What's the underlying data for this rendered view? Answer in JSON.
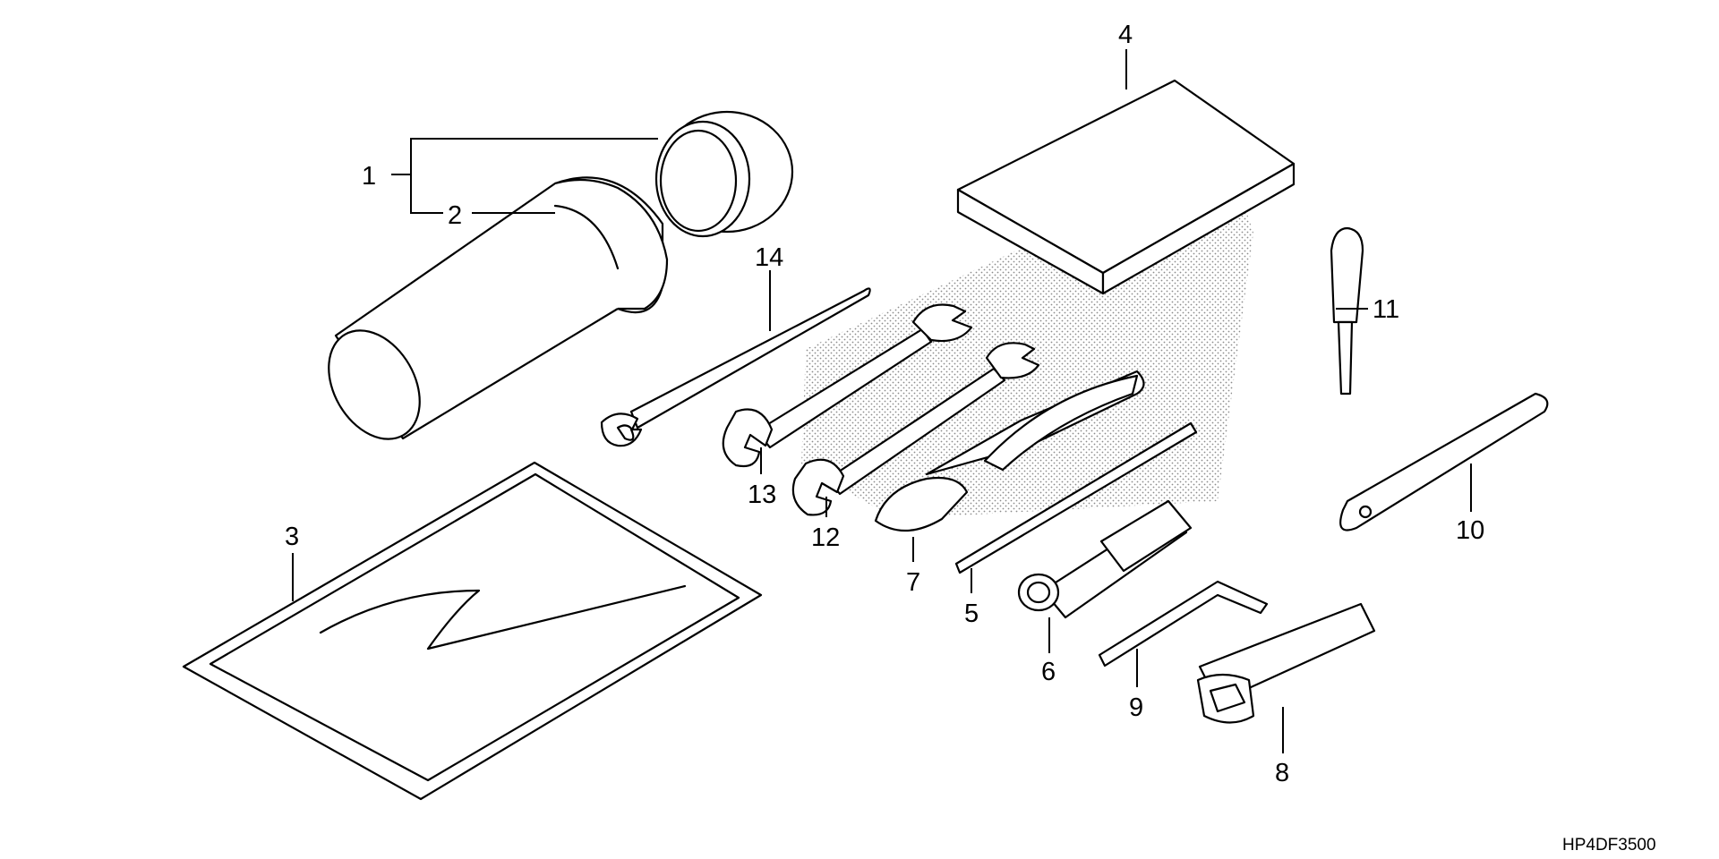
{
  "diagram_code": "HP4DF3500",
  "colors": {
    "ink": "#000000",
    "paper": "#ffffff"
  },
  "parts": [
    {
      "id": "1",
      "label": "1"
    },
    {
      "id": "2",
      "label": "2"
    },
    {
      "id": "3",
      "label": "3"
    },
    {
      "id": "4",
      "label": "4"
    },
    {
      "id": "5",
      "label": "5"
    },
    {
      "id": "6",
      "label": "6"
    },
    {
      "id": "7",
      "label": "7"
    },
    {
      "id": "8",
      "label": "8"
    },
    {
      "id": "9",
      "label": "9"
    },
    {
      "id": "10",
      "label": "10"
    },
    {
      "id": "11",
      "label": "11"
    },
    {
      "id": "12",
      "label": "12"
    },
    {
      "id": "13",
      "label": "13"
    },
    {
      "id": "14",
      "label": "14"
    }
  ]
}
